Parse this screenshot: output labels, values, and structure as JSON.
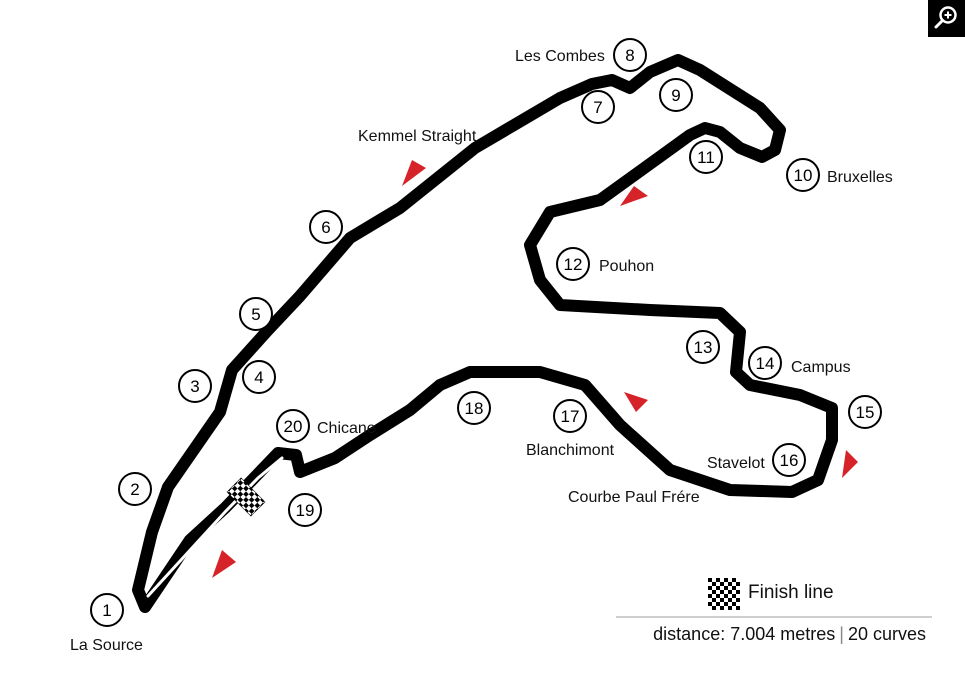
{
  "map": {
    "turns": [
      {
        "number": "1",
        "name": "La Source"
      },
      {
        "number": "2",
        "name": ""
      },
      {
        "number": "3",
        "name": ""
      },
      {
        "number": "4",
        "name": ""
      },
      {
        "number": "5",
        "name": ""
      },
      {
        "number": "6",
        "name": ""
      },
      {
        "number": "7",
        "name": ""
      },
      {
        "number": "8",
        "name": "Les Combes"
      },
      {
        "number": "9",
        "name": ""
      },
      {
        "number": "10",
        "name": "Bruxelles"
      },
      {
        "number": "11",
        "name": ""
      },
      {
        "number": "12",
        "name": "Pouhon"
      },
      {
        "number": "13",
        "name": ""
      },
      {
        "number": "14",
        "name": "Campus"
      },
      {
        "number": "15",
        "name": ""
      },
      {
        "number": "16",
        "name": "Stavelot"
      },
      {
        "number": "17",
        "name": "Blanchimont"
      },
      {
        "number": "18",
        "name": ""
      },
      {
        "number": "19",
        "name": ""
      },
      {
        "number": "20",
        "name": "Chicane"
      }
    ],
    "sections": {
      "kemmel": "Kemmel Straight",
      "paul_frere": "Courbe Paul Frére"
    },
    "colors": {
      "track": "#000000",
      "track_center": "#ffffff",
      "direction_arrow": "#d6232a"
    },
    "icons": {
      "zoom": "zoom-in-magnifier-icon",
      "finish": "checkered-flag-icon",
      "direction": "direction-arrow-icon"
    }
  },
  "legend": {
    "finish_label": "Finish line",
    "distance": "distance: 7.004 metres",
    "curves": "20 curves"
  }
}
